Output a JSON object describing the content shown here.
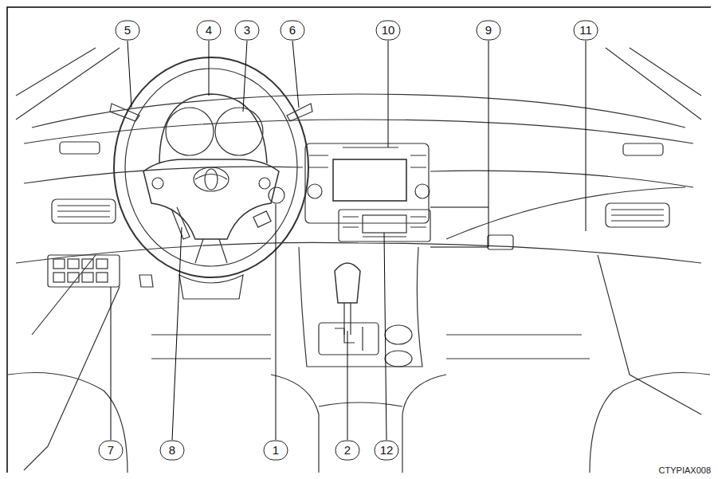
{
  "diagram": {
    "labels": [
      "5",
      "4",
      "3",
      "6",
      "10",
      "9",
      "11",
      "7",
      "8",
      "1",
      "2",
      "12",
      "CTYPIAX008"
    ]
  }
}
